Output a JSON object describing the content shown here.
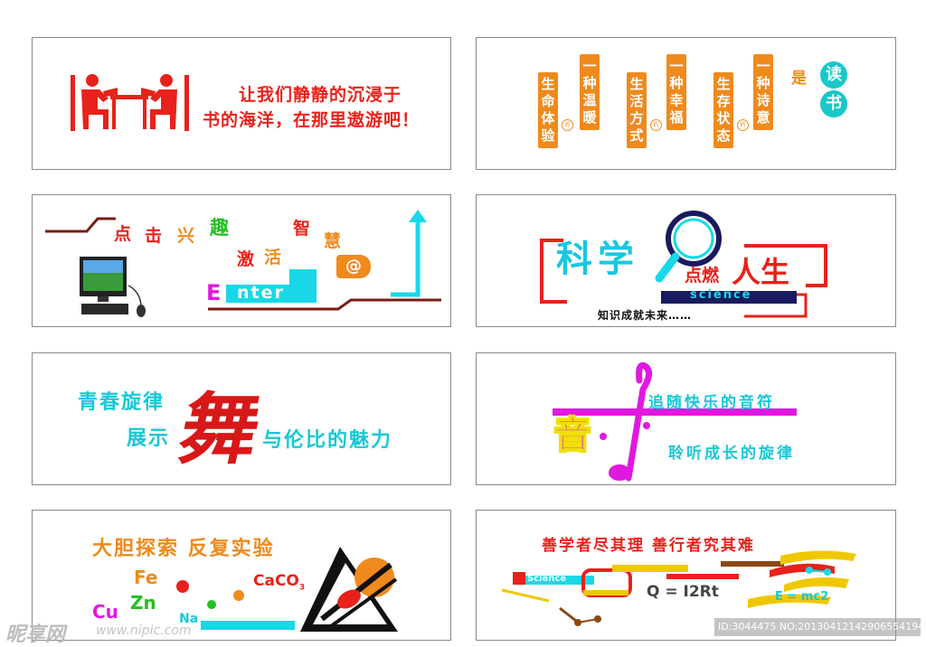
{
  "colors": {
    "red": "#e8221a",
    "orange": "#f08a1c",
    "cyan": "#18d8e8",
    "magenta": "#e018e0",
    "green": "#20c020",
    "yellow": "#f0e000",
    "dark_red": "#7a1c14",
    "navy": "#1a1a60"
  },
  "panel1": {
    "line1": "让我们静静的沉浸于",
    "line2": "书的海洋，在那里遨游吧！"
  },
  "panel2": {
    "columns": [
      [
        "生",
        "命",
        "体",
        "验"
      ],
      [
        "一",
        "种",
        "温",
        "暖"
      ],
      [
        "生",
        "活",
        "方",
        "式"
      ],
      [
        "一",
        "种",
        "幸",
        "福"
      ],
      [
        "生",
        "存",
        "状",
        "态"
      ],
      [
        "一",
        "种",
        "诗",
        "意"
      ]
    ],
    "hole_label": "的",
    "shi": "是",
    "du": "读",
    "shu": "书"
  },
  "panel3": {
    "chars_top": [
      "点",
      "击",
      "兴",
      "趣"
    ],
    "chars_bottom": [
      "激",
      "活",
      "智",
      "慧"
    ],
    "enter_e": "E",
    "enter_rest": "nter",
    "at": "@"
  },
  "panel4": {
    "kexue": "科学",
    "dianran": "点燃",
    "rensheng": "人生",
    "science": "science",
    "subtitle": "知识成就未来……"
  },
  "panel5": {
    "line1": "青春旋律",
    "line2": "展示",
    "calligraphy": "舞",
    "line3": "与伦比的魅力"
  },
  "panel6": {
    "yin": "音",
    "line1": "追随快乐的音符",
    "line2": "聆听成长的旋律"
  },
  "panel7": {
    "title": "大胆探索 反复实验",
    "fe": "Fe",
    "zn": "Zn",
    "cu": "Cu",
    "na": "Na",
    "caco": "CaCO",
    "caco_sub": "3"
  },
  "panel8": {
    "title": "善学者尽其理 善行者究其难",
    "science": "Science",
    "formula1": "Q = I2Rt",
    "formula2": "E = mc2"
  },
  "watermark": {
    "logo": "昵享网",
    "url": "www.nipic.com",
    "id": "ID:3044475 NO:20130412142906554194"
  }
}
